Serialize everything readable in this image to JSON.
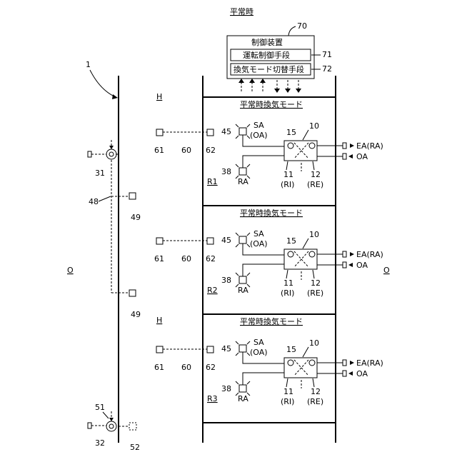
{
  "title": "平常時",
  "controller": {
    "ref": "70",
    "name": "制御装置",
    "unit1": {
      "label": "運転制御手段",
      "ref": "71"
    },
    "unit2": {
      "label": "換気モード切替手段",
      "ref": "72"
    }
  },
  "building_ref": "1",
  "outside_label": "O",
  "house_label": "H",
  "rooms": [
    {
      "mode": "平常時換気モード",
      "room_label": "R1"
    },
    {
      "mode": "平常時換気モード",
      "room_label": "R2"
    },
    {
      "mode": "平常時換気モード",
      "room_label": "R3"
    }
  ],
  "room_refs": {
    "sensor_outdoor": "61",
    "line": "60",
    "sensor_indoor": "62",
    "supply_ref": "45",
    "supply_label": "SA",
    "supply_sub": "(OA)",
    "exhaust_ref": "38",
    "exhaust_label": "RA",
    "unit_ref": "15",
    "unit_body_ref": "10",
    "port_left": "11",
    "port_left_sub": "(RI)",
    "port_right": "12",
    "port_right_sub": "(RE)",
    "out_ea": "EA(RA)",
    "out_oa": "OA"
  },
  "shaft": {
    "top_fan": "31",
    "dash_ref": "48",
    "sensor_a": "49",
    "sensor_b": "49",
    "bottom_fan": "32",
    "bottom_ref": "51",
    "bottom_sensor": "52"
  }
}
